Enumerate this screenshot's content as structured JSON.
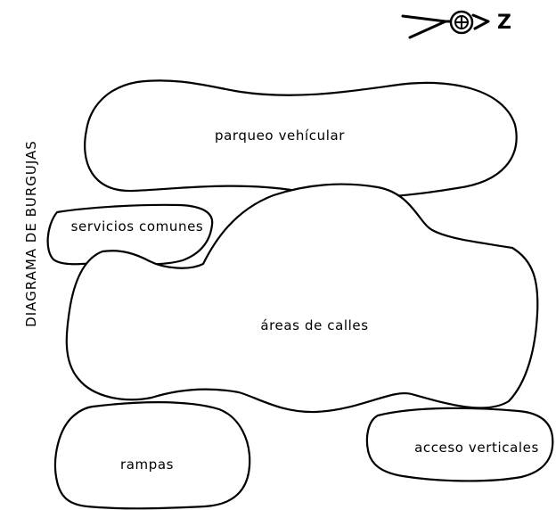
{
  "diagram": {
    "side_title": "DIAGRAMA DE BURGUJAS",
    "north_label": "Z",
    "bubbles": {
      "parqueo": "parqueo vehícular",
      "servicios": "servicios comunes",
      "calles": "áreas de calles",
      "rampas": "rampas",
      "acceso": "acceso verticales"
    }
  }
}
